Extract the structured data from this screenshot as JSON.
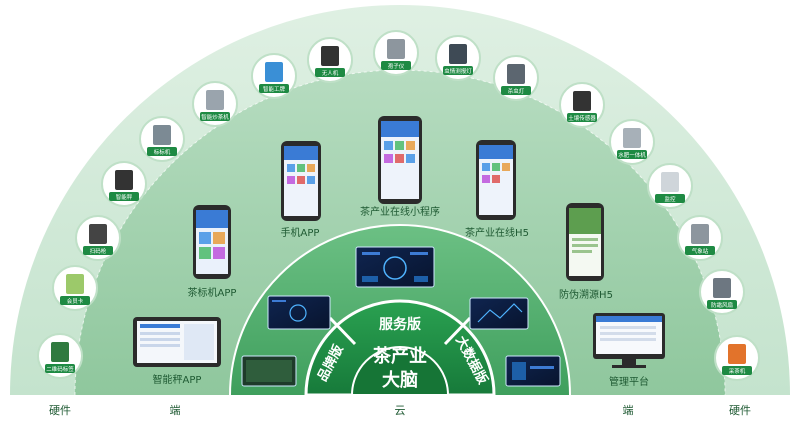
{
  "core": {
    "line1": "茶产业",
    "line2": "大脑",
    "service": "服务版",
    "brand": "品牌版",
    "bigdata": "大数据版"
  },
  "bottom_labels": [
    "硬件",
    "端",
    "云",
    "端",
    "硬件"
  ],
  "apps": {
    "smart_scale_app": "智能秤APP",
    "tea_label_app": "茶标机APP",
    "mobile_app": "手机APP",
    "mini_program": "茶产业在线小程序",
    "h5": "茶产业在线H5",
    "anti_fake_h5": "防伪溯源H5",
    "mgmt_platform": "管理平台"
  },
  "hardware": {
    "qr_sticker": "二维码标签",
    "member_card": "会员卡",
    "scan_gun": "扫码枪",
    "smart_scale": "智能秤",
    "label_machine": "标标机",
    "smart_roaster": "智能炒茶机",
    "smart_kiosk": "智能工牌",
    "drone": "无人机",
    "spore_trap": "孢子仪",
    "pest_lamp": "虫情测报灯",
    "insect_lamp": "杀虫灯",
    "soil_sensor": "土壤传感器",
    "water_meter": "水肥一体机",
    "camera": "监控",
    "weather_station": "气象站",
    "frost_fan": "防霜风扇",
    "tea_picker": "采茶机"
  },
  "colors": {
    "outer_ring": "#cfe8d6",
    "middle_ring": "#9fd1ae",
    "inner_ring": "#4fae6d",
    "core": "#1e8a43",
    "dark_screen": "#0b1a3a"
  }
}
